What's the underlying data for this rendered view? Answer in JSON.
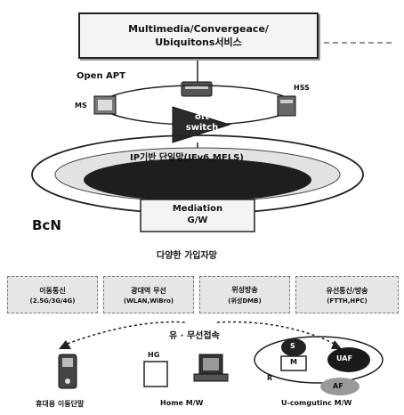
{
  "header": {
    "line1": "Multimedia/Convergeace/",
    "line2": "Ubiquitons서비스"
  },
  "open_api": "Open APT",
  "ms_label": "MS",
  "hss_label": "HSS",
  "softswitch": {
    "line1": "oft",
    "line2": "switch"
  },
  "network_label": "IP기반 단일망(IFv6,MFLS)",
  "mediation": {
    "line1": "Mediation",
    "line2": "G/W"
  },
  "bcn_label": "BcN",
  "access_title": "다양한 가입자망",
  "access_networks": [
    {
      "name": "이동통신",
      "sub": "(2.5G/3G/4G)"
    },
    {
      "name": "광대역 무선",
      "sub": "(WLAN,WiBro)"
    },
    {
      "name": "위성방송",
      "sub": "(위성DMB)"
    },
    {
      "name": "유선통신/방송",
      "sub": "(FTTH,HPC)"
    }
  ],
  "wireline_label": "유 · 무선접속",
  "terminals": {
    "mobile": "휴대용 이동단말",
    "home": "Home M/W",
    "hg": "HG",
    "ucomputing": "U-comgutinc M/W",
    "s": "S",
    "m": "M",
    "r": "R",
    "uaf": "UAF",
    "af": "AF"
  },
  "colors": {
    "ink": "#111111",
    "dark_fill": "#2a2a2a",
    "light_fill": "#e6e6e6"
  }
}
